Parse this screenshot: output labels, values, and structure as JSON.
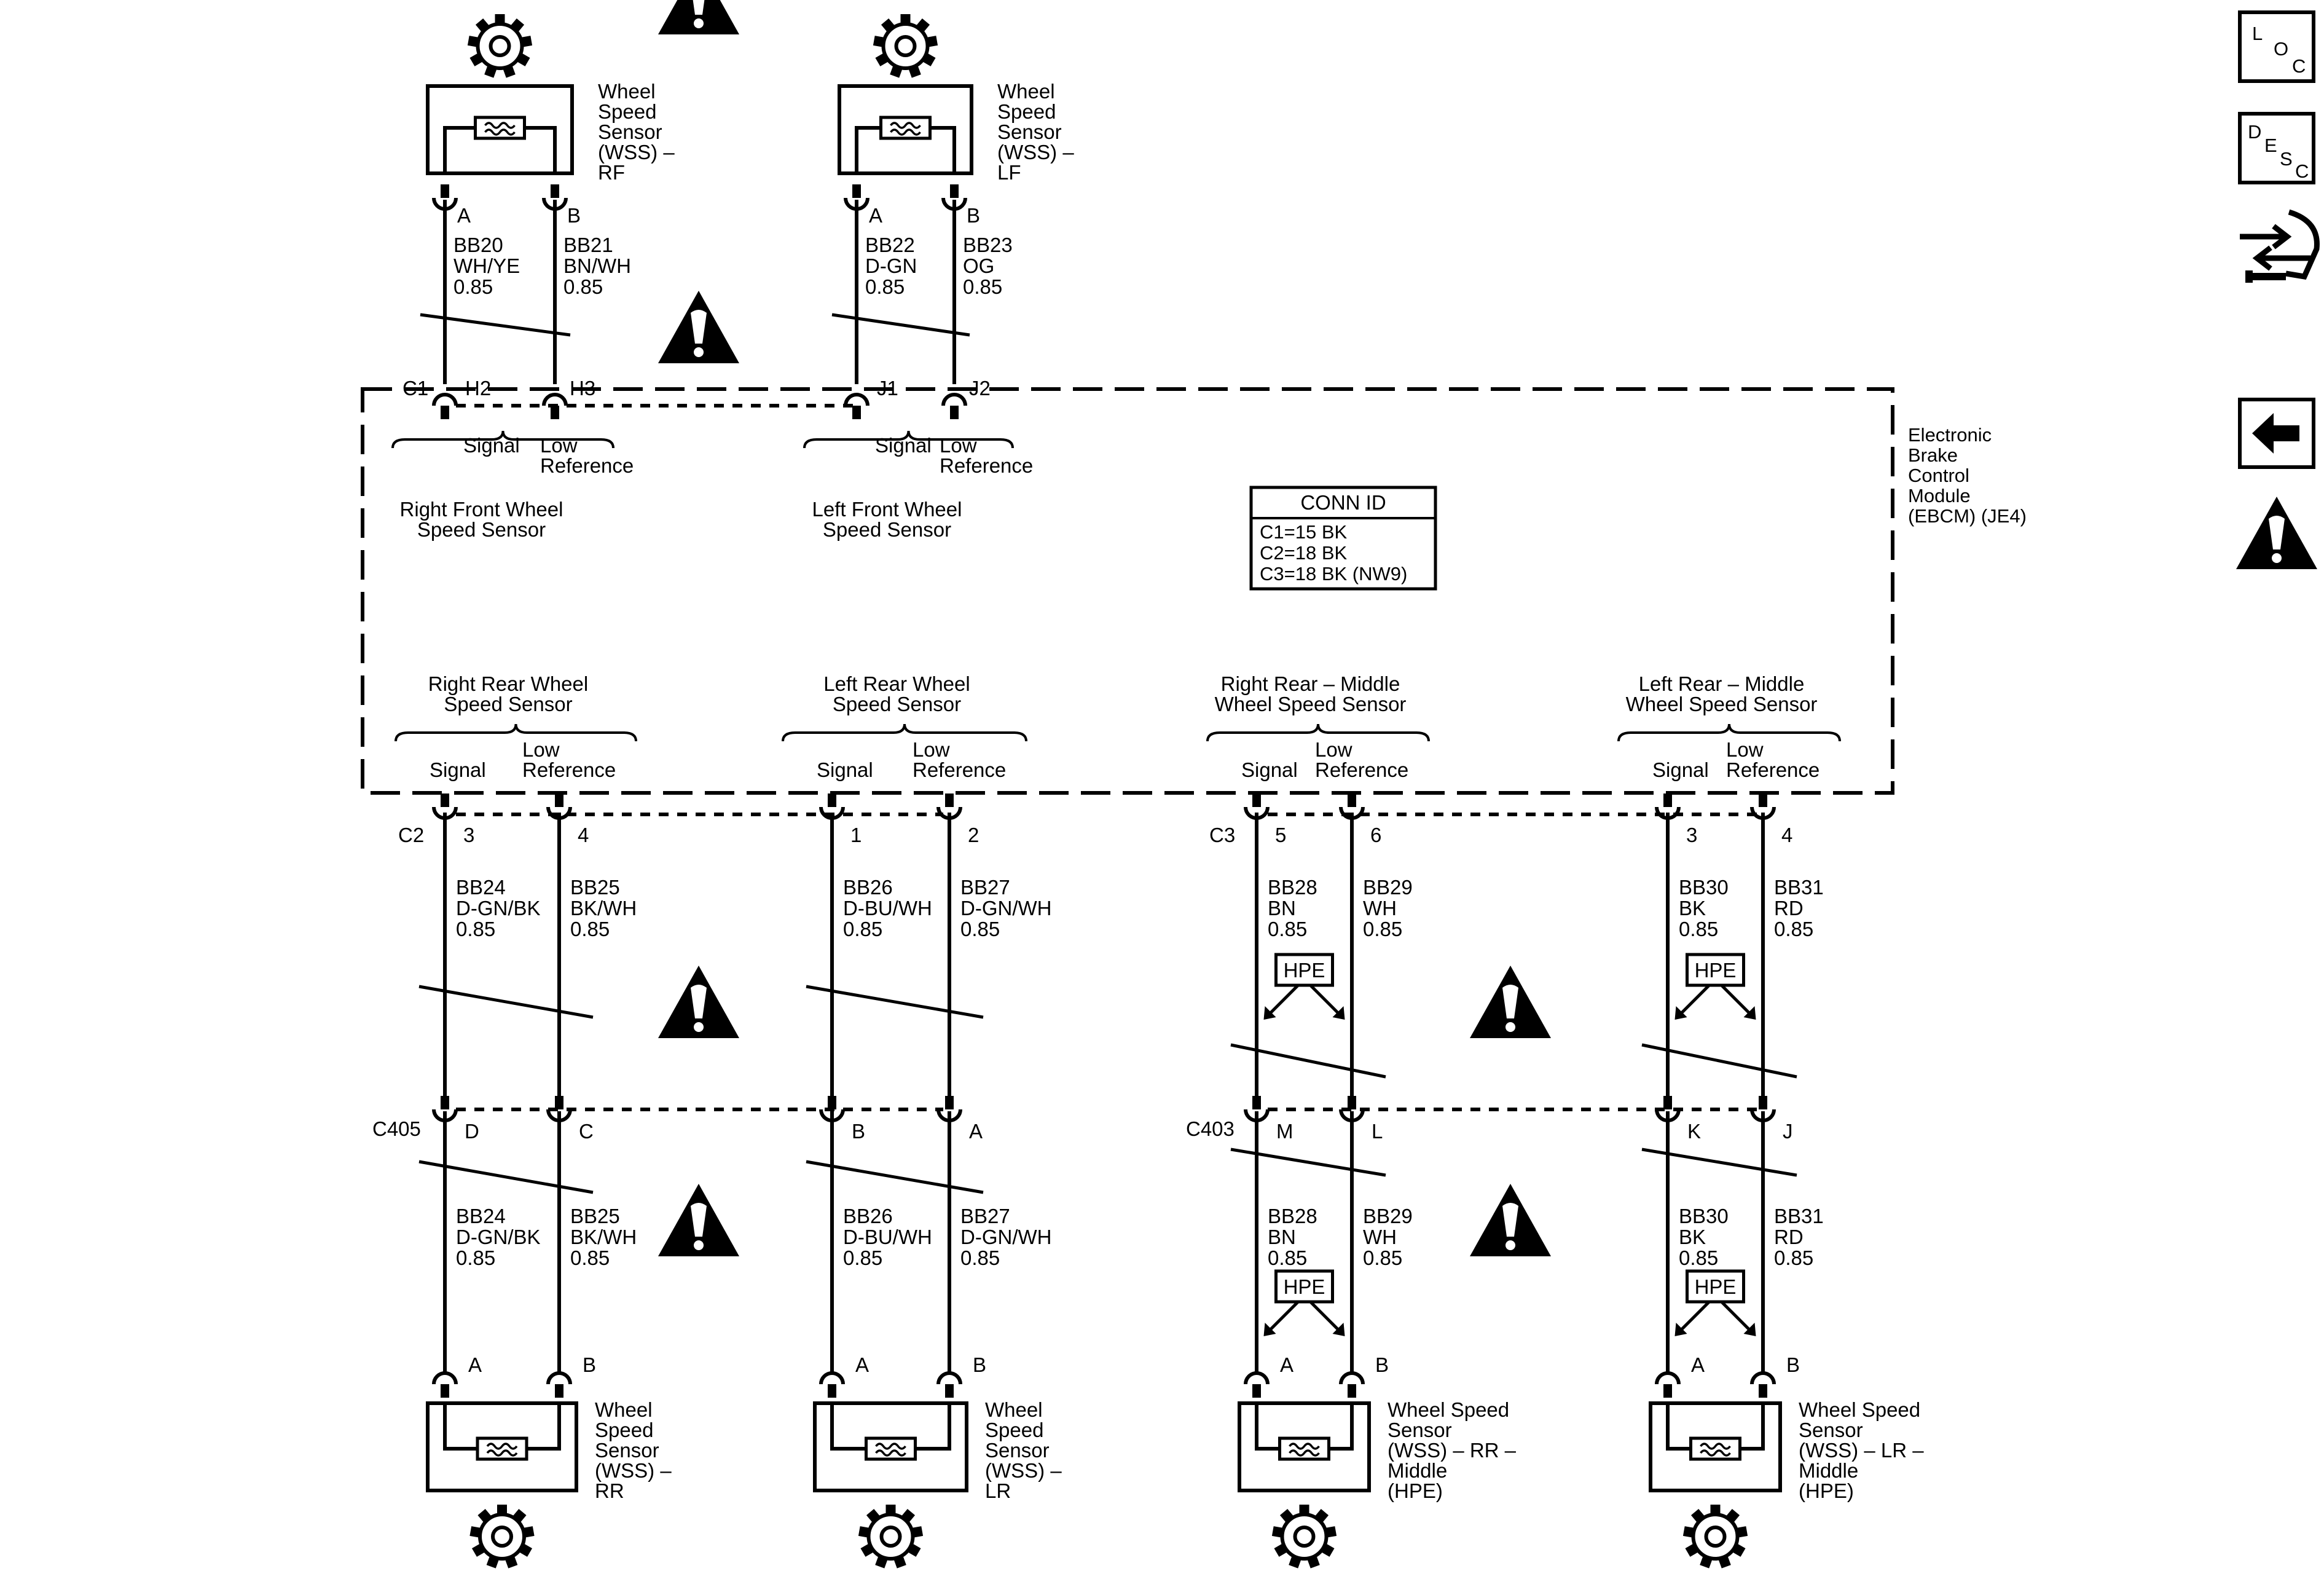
{
  "module": {
    "name_lines": [
      "Electronic",
      "Brake",
      "Control",
      "Module",
      "(EBCM) (JE4)"
    ],
    "conn_id": {
      "title": "CONN ID",
      "lines": [
        "C1=15 BK",
        "C2=18 BK",
        "C3=18 BK (NW9)"
      ]
    }
  },
  "connectors": {
    "c1": "C1",
    "c2": "C2",
    "c3": "C3",
    "c405": "C405",
    "c403": "C403"
  },
  "front_groups": [
    {
      "id": "rf",
      "sensor_name_lines": [
        "Wheel",
        "Speed",
        "Sensor",
        "(WSS) –",
        "RF"
      ],
      "group_lines": [
        "Right Front Wheel",
        "Speed Sensor"
      ],
      "pins": [
        {
          "sensor_pin": "A",
          "circuit": "BB20",
          "color": "WH/YE",
          "gauge": "0.85",
          "module_pin": "H2",
          "function_lines": [
            "Signal"
          ]
        },
        {
          "sensor_pin": "B",
          "circuit": "BB21",
          "color": "BN/WH",
          "gauge": "0.85",
          "module_pin": "H3",
          "function_lines": [
            "Low",
            "Reference"
          ]
        }
      ]
    },
    {
      "id": "lf",
      "sensor_name_lines": [
        "Wheel",
        "Speed",
        "Sensor",
        "(WSS) –",
        "LF"
      ],
      "group_lines": [
        "Left Front Wheel",
        "Speed Sensor"
      ],
      "pins": [
        {
          "sensor_pin": "A",
          "circuit": "BB22",
          "color": "D-GN",
          "gauge": "0.85",
          "module_pin": "J1",
          "function_lines": [
            "Signal"
          ]
        },
        {
          "sensor_pin": "B",
          "circuit": "BB23",
          "color": "OG",
          "gauge": "0.85",
          "module_pin": "J2",
          "function_lines": [
            "Low",
            "Reference"
          ]
        }
      ]
    }
  ],
  "rear_groups": [
    {
      "id": "rr",
      "hpe": false,
      "group_lines": [
        "Right Rear Wheel",
        "Speed Sensor"
      ],
      "sensor_name_lines": [
        "Wheel",
        "Speed",
        "Sensor",
        "(WSS) –",
        "RR"
      ],
      "pins": [
        {
          "function_lines": [
            "Signal"
          ],
          "module_pin": "3",
          "circuit": "BB24",
          "color": "D-GN/BK",
          "gauge": "0.85",
          "inline_pin": "D",
          "circuit2": "BB24",
          "color2": "D-GN/BK",
          "gauge2": "0.85",
          "sensor_pin": "A"
        },
        {
          "function_lines": [
            "Low",
            "Reference"
          ],
          "module_pin": "4",
          "circuit": "BB25",
          "color": "BK/WH",
          "gauge": "0.85",
          "inline_pin": "C",
          "circuit2": "BB25",
          "color2": "BK/WH",
          "gauge2": "0.85",
          "sensor_pin": "B"
        }
      ]
    },
    {
      "id": "lr",
      "hpe": false,
      "group_lines": [
        "Left Rear Wheel",
        "Speed Sensor"
      ],
      "sensor_name_lines": [
        "Wheel",
        "Speed",
        "Sensor",
        "(WSS) –",
        "LR"
      ],
      "pins": [
        {
          "function_lines": [
            "Signal"
          ],
          "module_pin": "1",
          "circuit": "BB26",
          "color": "D-BU/WH",
          "gauge": "0.85",
          "inline_pin": "B",
          "circuit2": "BB26",
          "color2": "D-BU/WH",
          "gauge2": "0.85",
          "sensor_pin": "A"
        },
        {
          "function_lines": [
            "Low",
            "Reference"
          ],
          "module_pin": "2",
          "circuit": "BB27",
          "color": "D-GN/WH",
          "gauge": "0.85",
          "inline_pin": "A",
          "circuit2": "BB27",
          "color2": "D-GN/WH",
          "gauge2": "0.85",
          "sensor_pin": "B"
        }
      ]
    },
    {
      "id": "rrm",
      "hpe": true,
      "group_lines": [
        "Right Rear – Middle",
        "Wheel Speed Sensor"
      ],
      "sensor_name_lines": [
        "Wheel Speed",
        "Sensor",
        "(WSS) – RR –",
        "Middle",
        "(HPE)"
      ],
      "pins": [
        {
          "function_lines": [
            "Signal"
          ],
          "module_pin": "5",
          "circuit": "BB28",
          "color": "BN",
          "gauge": "0.85",
          "inline_pin": "M",
          "circuit2": "BB28",
          "color2": "BN",
          "gauge2": "0.85",
          "sensor_pin": "A"
        },
        {
          "function_lines": [
            "Low",
            "Reference"
          ],
          "module_pin": "6",
          "circuit": "BB29",
          "color": "WH",
          "gauge": "0.85",
          "inline_pin": "L",
          "circuit2": "BB29",
          "color2": "WH",
          "gauge2": "0.85",
          "sensor_pin": "B"
        }
      ]
    },
    {
      "id": "lrm",
      "hpe": true,
      "group_lines": [
        "Left Rear – Middle",
        "Wheel Speed Sensor"
      ],
      "sensor_name_lines": [
        "Wheel Speed",
        "Sensor",
        "(WSS) – LR –",
        "Middle",
        "(HPE)"
      ],
      "pins": [
        {
          "function_lines": [
            "Signal"
          ],
          "module_pin": "3",
          "circuit": "BB30",
          "color": "BK",
          "gauge": "0.85",
          "inline_pin": "K",
          "circuit2": "BB30",
          "color2": "BK",
          "gauge2": "0.85",
          "sensor_pin": "A"
        },
        {
          "function_lines": [
            "Low",
            "Reference"
          ],
          "module_pin": "4",
          "circuit": "BB31",
          "color": "RD",
          "gauge": "0.85",
          "inline_pin": "J",
          "circuit2": "BB31",
          "color2": "RD",
          "gauge2": "0.85",
          "sensor_pin": "B"
        }
      ]
    }
  ],
  "hpe_label": "HPE",
  "side_panel": {
    "loc_letters": [
      "L",
      "O",
      "C"
    ],
    "desc_letters": [
      "D",
      "E",
      "S",
      "C"
    ],
    "service_icon": "service-wrench-arrows-icon",
    "back_icon": "arrow-left-icon",
    "caution_icon": "caution-triangle-icon"
  },
  "colors": {
    "ink": "#000000",
    "paper": "#ffffff"
  }
}
